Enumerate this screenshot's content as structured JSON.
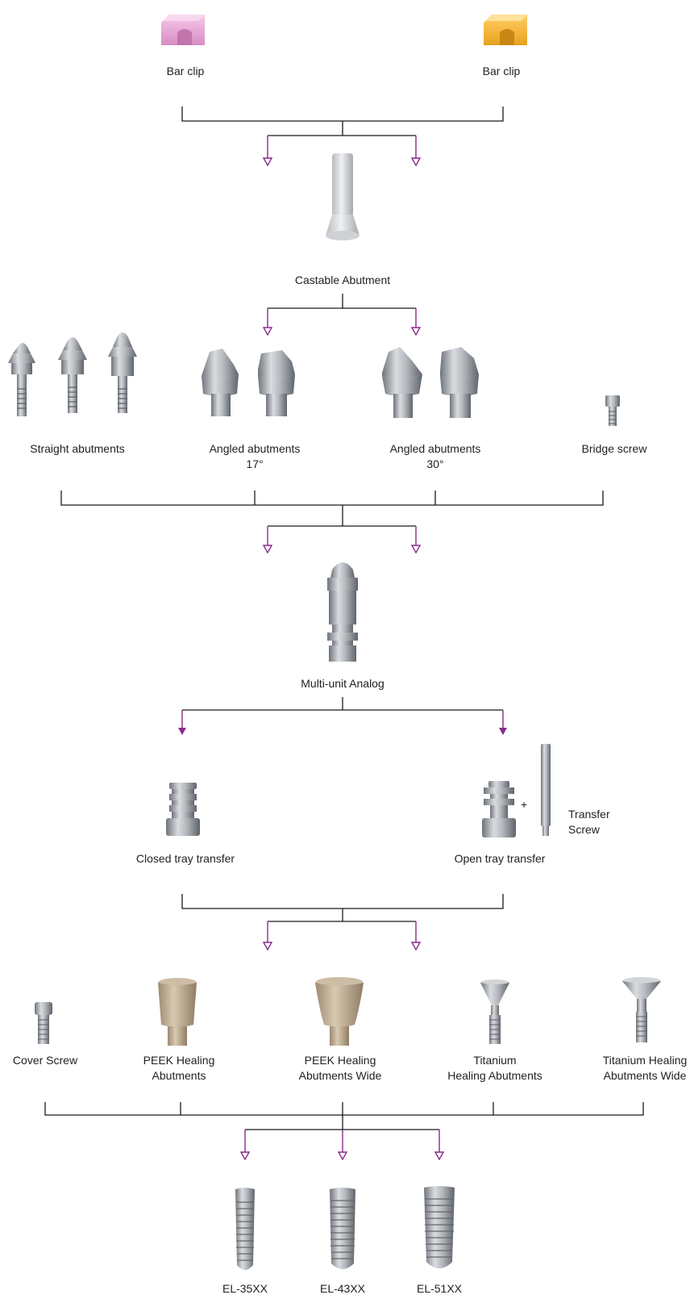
{
  "colors": {
    "line": "#1a1a1a",
    "arrow": "#8b2a8c",
    "clip_pink": "#e9a3d4",
    "clip_yellow": "#f3b43a",
    "metal": "#a9adb3",
    "peek": "#bba88f"
  },
  "labels": {
    "bar_clip_left": "Bar clip",
    "bar_clip_right": "Bar clip",
    "castable": "Castable Abutment",
    "straight": "Straight abutments",
    "angled17": [
      "Angled abutments",
      "17°"
    ],
    "angled30": [
      "Angled abutments",
      "30°"
    ],
    "bridge_screw": "Bridge screw",
    "multi_unit_analog": "Multi-unit Analog",
    "closed_tray": "Closed tray transfer",
    "open_tray": "Open tray transfer",
    "plus": "+",
    "transfer_screw": [
      "Transfer",
      "Screw"
    ],
    "cover_screw": "Cover Screw",
    "peek_healing": [
      "PEEK Healing",
      "Abutments"
    ],
    "peek_healing_wide": [
      "PEEK Healing",
      "Abutments Wide"
    ],
    "titanium_healing": [
      "Titanium",
      "Healing Abutments"
    ],
    "titanium_healing_wide": [
      "Titanium Healing",
      "Abutments Wide"
    ],
    "implants": [
      "EL-35XX",
      "EL-43XX",
      "EL-51XX"
    ]
  },
  "icons": [
    "bar-clip-icon",
    "castable-abutment-icon",
    "straight-abutment-icon",
    "angled-abutment-icon",
    "bridge-screw-icon",
    "multi-unit-analog-icon",
    "closed-tray-transfer-icon",
    "open-tray-transfer-icon",
    "transfer-screw-icon",
    "cover-screw-icon",
    "peek-healing-abutment-icon",
    "titanium-healing-abutment-icon",
    "implant-icon"
  ]
}
